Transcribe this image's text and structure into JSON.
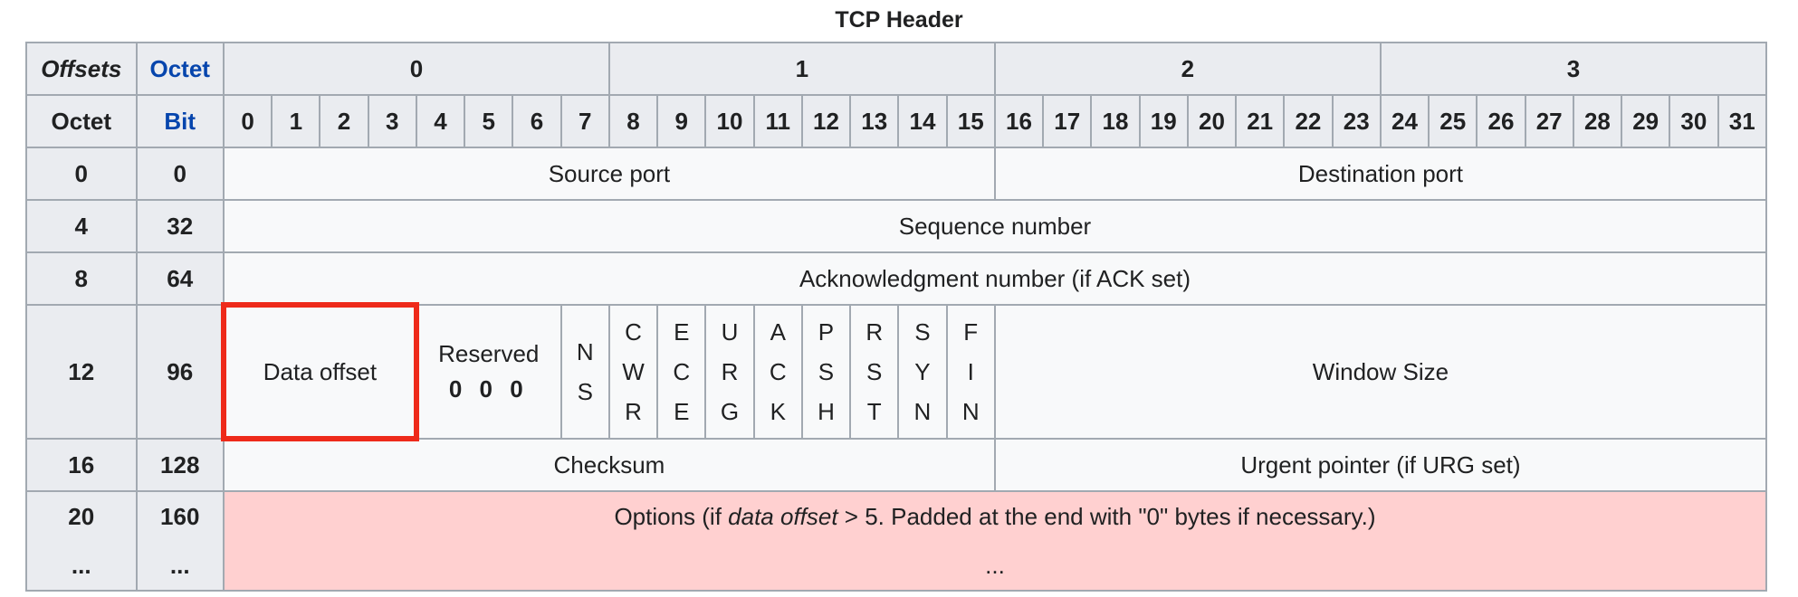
{
  "title": "TCP Header",
  "header": {
    "offsets_label": "Offsets",
    "octet_label": "Octet",
    "bit_label": "Bit",
    "octet_groups": [
      "0",
      "1",
      "2",
      "3"
    ],
    "bits": [
      "0",
      "1",
      "2",
      "3",
      "4",
      "5",
      "6",
      "7",
      "8",
      "9",
      "10",
      "11",
      "12",
      "13",
      "14",
      "15",
      "16",
      "17",
      "18",
      "19",
      "20",
      "21",
      "22",
      "23",
      "24",
      "25",
      "26",
      "27",
      "28",
      "29",
      "30",
      "31"
    ]
  },
  "rows": [
    {
      "octet": "0",
      "bit": "0",
      "fields": {
        "left": "Source port",
        "right": "Destination port"
      }
    },
    {
      "octet": "4",
      "bit": "32",
      "fields": {
        "full": "Sequence number"
      }
    },
    {
      "octet": "8",
      "bit": "64",
      "fields": {
        "full": "Acknowledgment number (if ACK set)"
      }
    },
    {
      "octet": "12",
      "bit": "96",
      "fields": {
        "data_offset": "Data offset",
        "reserved": "Reserved",
        "reserved_bits": "0 0 0",
        "flags": [
          {
            "lines": [
              "N",
              "S"
            ]
          },
          {
            "lines": [
              "C",
              "W",
              "R"
            ]
          },
          {
            "lines": [
              "E",
              "C",
              "E"
            ]
          },
          {
            "lines": [
              "U",
              "R",
              "G"
            ]
          },
          {
            "lines": [
              "A",
              "C",
              "K"
            ]
          },
          {
            "lines": [
              "P",
              "S",
              "H"
            ]
          },
          {
            "lines": [
              "R",
              "S",
              "T"
            ]
          },
          {
            "lines": [
              "S",
              "Y",
              "N"
            ]
          },
          {
            "lines": [
              "F",
              "I",
              "N"
            ]
          }
        ],
        "window": "Window Size"
      }
    },
    {
      "octet": "16",
      "bit": "128",
      "fields": {
        "left": "Checksum",
        "right": "Urgent pointer (if URG set)"
      }
    },
    {
      "octet": "20",
      "octet_more": "...",
      "bit": "160",
      "bit_more": "...",
      "fields": {
        "options_prefix": "Options (if ",
        "options_em": "data offset",
        "options_suffix": " > 5. Padded at the end with \"0\" bytes if necessary.)",
        "options_more": "..."
      }
    }
  ],
  "colors": {
    "highlight": "#ee2a1a",
    "options_bg": "#ffd0d0",
    "header_bg": "#eaecf0",
    "border": "#a2a9b1",
    "link": "#0645ad"
  }
}
